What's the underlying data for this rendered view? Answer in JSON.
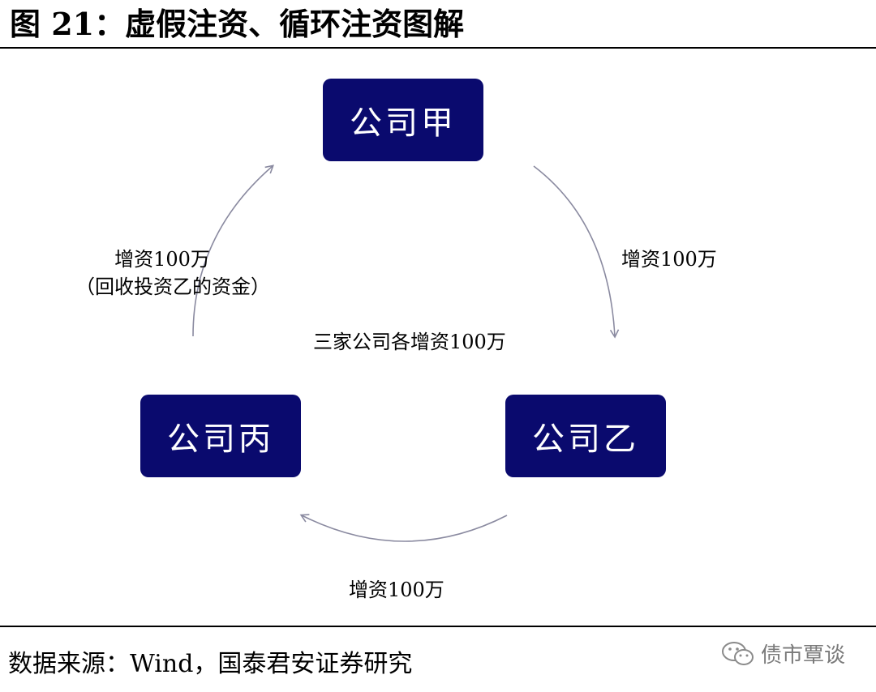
{
  "header": {
    "figure_title": "图 21：虚假注资、循环注资图解"
  },
  "diagram": {
    "nodes": {
      "company_a": "公司甲",
      "company_b": "公司乙",
      "company_c": "公司丙"
    },
    "center_label": "三家公司各增资100万",
    "edges": {
      "a_to_b": "增资100万",
      "b_to_c": "增资100万",
      "c_to_a_line1": "增资100万",
      "c_to_a_line2": "（回收投资乙的资金）"
    },
    "node_color": "#0a0a6e",
    "arrow_color": "#8a8aa0"
  },
  "footer": {
    "source": "数据来源：Wind，国泰君安证券研究",
    "watermark": "债市覃谈"
  }
}
